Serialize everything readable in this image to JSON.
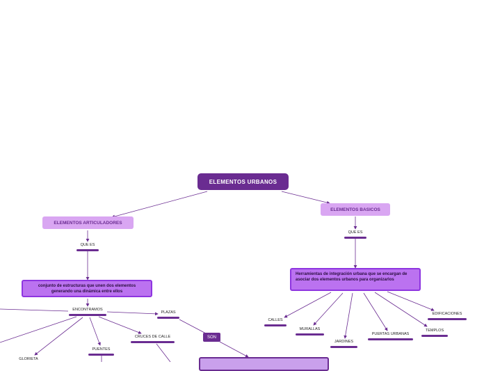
{
  "root": {
    "label": "ELEMENTOS URBANOS"
  },
  "left_branch": {
    "title": "ELEMENTOS ARTICULADORES",
    "link_label": "QUE ES",
    "definition": "conjunto de estructuras que unen dos elementos generando una dinámica entre ellos",
    "sub_link_label": "ENCONTRAMOS",
    "items": [
      "PLAZAS",
      "CRUCES DE CALLE",
      "PUENTES",
      "GLORIETA"
    ],
    "plazas_link_label": "SON"
  },
  "right_branch": {
    "title": "ELEMENTOS BASICOS",
    "link_label": "QUE ES",
    "definition": "Herramientas de integración urbana que se encargan de asociar dos elementos urbanos para organizarlos",
    "items": [
      "CALLES",
      "MURALLAS",
      "JARDINES",
      "PUERTAS URBANAS",
      "TEMPLOS",
      "EDIFICACIONES"
    ]
  },
  "colors": {
    "root_bg": "#6a2c91",
    "main_bg": "#d9a6f2",
    "box_bg": "#bb72f0",
    "box_border": "#8e35e0",
    "connector": "#6a2c91"
  }
}
